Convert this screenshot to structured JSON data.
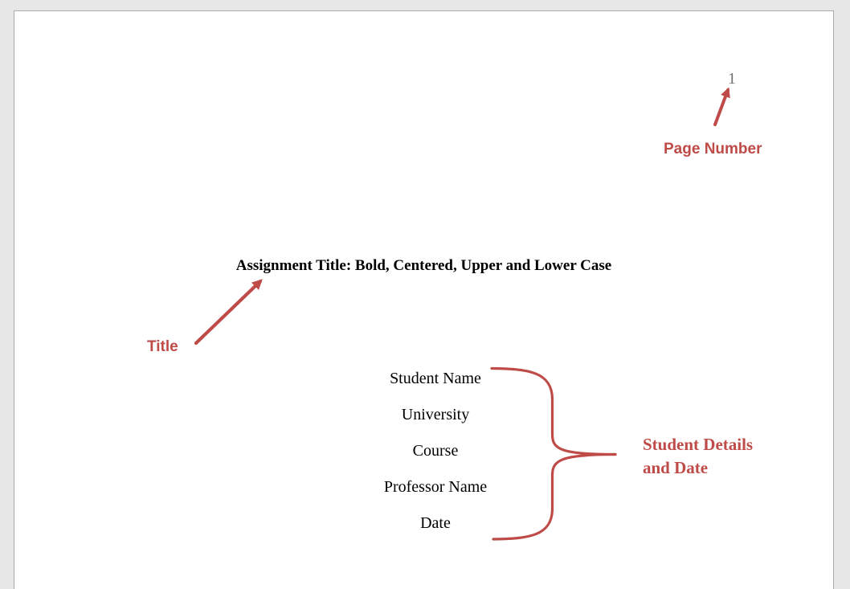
{
  "document": {
    "page_number": "1",
    "title": "Assignment Title: Bold, Centered, Upper and Lower Case",
    "student_details": [
      "Student Name",
      "University",
      "Course",
      "Professor Name",
      "Date"
    ]
  },
  "annotations": {
    "page_number_label": "Page Number",
    "title_label": "Title",
    "details_label_line1": "Student Details",
    "details_label_line2": "and Date"
  },
  "colors": {
    "annotation_red": "#be4b48",
    "canvas_background": "#e7e7e7",
    "page_background": "#ffffff",
    "page_border": "#ababab",
    "body_text": "#000000",
    "page_number_gray": "#6e6e6e"
  }
}
